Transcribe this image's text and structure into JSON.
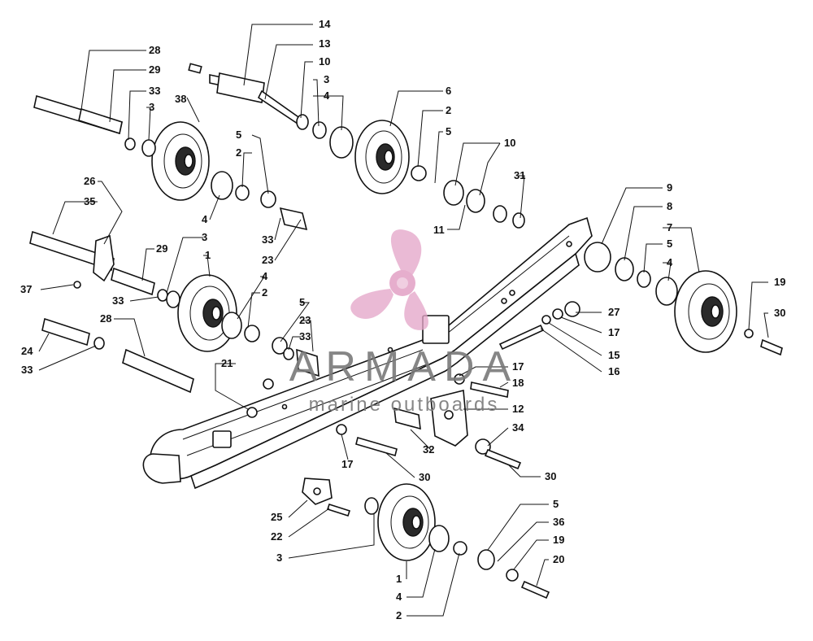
{
  "diagram": {
    "kind": "exploded-parts-view",
    "line_color": "#111111",
    "background": "#ffffff",
    "callouts": [
      {
        "id": "c14",
        "text": "14"
      },
      {
        "id": "c13",
        "text": "13"
      },
      {
        "id": "c10a",
        "text": "10"
      },
      {
        "id": "c3a",
        "text": "3"
      },
      {
        "id": "c4a",
        "text": "4"
      },
      {
        "id": "c6",
        "text": "6"
      },
      {
        "id": "c2a",
        "text": "2"
      },
      {
        "id": "c5a",
        "text": "5"
      },
      {
        "id": "c10b",
        "text": "10"
      },
      {
        "id": "c31",
        "text": "31"
      },
      {
        "id": "c11",
        "text": "11"
      },
      {
        "id": "c9",
        "text": "9"
      },
      {
        "id": "c8",
        "text": "8"
      },
      {
        "id": "c7",
        "text": "7"
      },
      {
        "id": "c5b",
        "text": "5"
      },
      {
        "id": "c4b",
        "text": "4"
      },
      {
        "id": "c19a",
        "text": "19"
      },
      {
        "id": "c30a",
        "text": "30"
      },
      {
        "id": "c27",
        "text": "27"
      },
      {
        "id": "c17a",
        "text": "17"
      },
      {
        "id": "c15",
        "text": "15"
      },
      {
        "id": "c16",
        "text": "16"
      },
      {
        "id": "c17b",
        "text": "17"
      },
      {
        "id": "c18",
        "text": "18"
      },
      {
        "id": "c12",
        "text": "12"
      },
      {
        "id": "c34",
        "text": "34"
      },
      {
        "id": "c30b",
        "text": "30"
      },
      {
        "id": "c32",
        "text": "32"
      },
      {
        "id": "c30c",
        "text": "30"
      },
      {
        "id": "c17c",
        "text": "17"
      },
      {
        "id": "c28a",
        "text": "28"
      },
      {
        "id": "c29a",
        "text": "29"
      },
      {
        "id": "c33a",
        "text": "33"
      },
      {
        "id": "c3b",
        "text": "3"
      },
      {
        "id": "c38",
        "text": "38"
      },
      {
        "id": "c5c",
        "text": "5"
      },
      {
        "id": "c2b",
        "text": "2"
      },
      {
        "id": "c4c",
        "text": "4"
      },
      {
        "id": "c33b",
        "text": "33"
      },
      {
        "id": "c23a",
        "text": "23"
      },
      {
        "id": "c26",
        "text": "26"
      },
      {
        "id": "c35",
        "text": "35"
      },
      {
        "id": "c29b",
        "text": "29"
      },
      {
        "id": "c3c",
        "text": "3"
      },
      {
        "id": "c1a",
        "text": "1"
      },
      {
        "id": "c37",
        "text": "37"
      },
      {
        "id": "c33c",
        "text": "33"
      },
      {
        "id": "c4d",
        "text": "4"
      },
      {
        "id": "c2c",
        "text": "2"
      },
      {
        "id": "c5d",
        "text": "5"
      },
      {
        "id": "c23b",
        "text": "23"
      },
      {
        "id": "c33d",
        "text": "33"
      },
      {
        "id": "c24",
        "text": "24"
      },
      {
        "id": "c33e",
        "text": "33"
      },
      {
        "id": "c28b",
        "text": "28"
      },
      {
        "id": "c21",
        "text": "21"
      },
      {
        "id": "c25",
        "text": "25"
      },
      {
        "id": "c22",
        "text": "22"
      },
      {
        "id": "c3d",
        "text": "3"
      },
      {
        "id": "c1b",
        "text": "1"
      },
      {
        "id": "c4e",
        "text": "4"
      },
      {
        "id": "c2d",
        "text": "2"
      },
      {
        "id": "c5e",
        "text": "5"
      },
      {
        "id": "c36",
        "text": "36"
      },
      {
        "id": "c19b",
        "text": "19"
      },
      {
        "id": "c20",
        "text": "20"
      }
    ]
  },
  "watermark": {
    "brand": "ARMADA",
    "tagline": "marine outboards",
    "logo": "propeller-logo-icon",
    "logo_color": "#e4a6c8",
    "text_color": "#7a7a7a"
  }
}
